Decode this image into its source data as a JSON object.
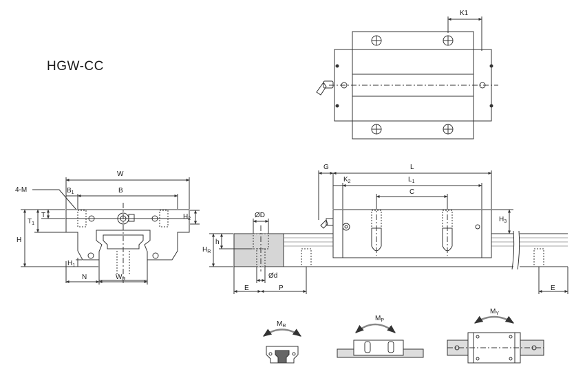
{
  "title": "HGW-CC",
  "top_view": {
    "k1": "K1"
  },
  "front_view": {
    "w": "W",
    "b": "B",
    "m": "4-M",
    "b1": "B",
    "b1_sub": "1",
    "t": "T",
    "t1": "T",
    "t1_sub": "1",
    "h": "H",
    "h1": "H",
    "h1_sub": "1",
    "h2": "H",
    "h2_sub": "2",
    "n": "N",
    "wr": "W",
    "wr_sub": "R"
  },
  "side_view": {
    "g": "G",
    "l": "L",
    "l1": "L",
    "l1_sub": "1",
    "k2": "K",
    "k2_sub": "2",
    "c": "C",
    "h3": "H",
    "h3_sub": "3",
    "od_big": "ØD",
    "od_small": "Ød",
    "hr": "H",
    "hr_sub": "R",
    "h_small": "h",
    "e_left": "E",
    "p": "P",
    "e_right": "E"
  },
  "moments": {
    "mr": "M",
    "mr_sub": "R",
    "mp": "M",
    "mp_sub": "P",
    "my": "M",
    "my_sub": "Y"
  },
  "colors": {
    "line": "#333333",
    "rail_fill": "#d6d6d6",
    "dim": "#444444"
  }
}
